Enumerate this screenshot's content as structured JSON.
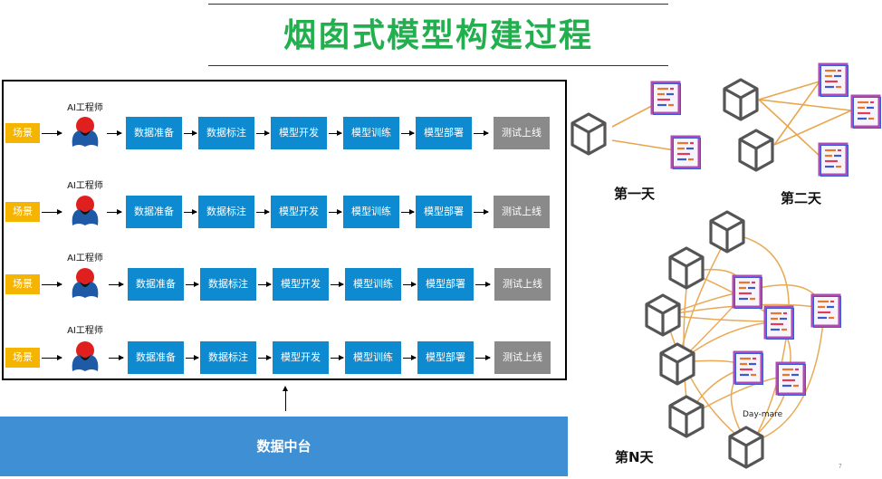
{
  "title": "烟囱式模型构建过程",
  "rows": [
    {
      "scene": "场景",
      "engineer": "AI工程师",
      "steps": [
        "数据准备",
        "数据标注",
        "模型开发",
        "模型训练",
        "模型部署",
        "测试上线"
      ]
    },
    {
      "scene": "场景",
      "engineer": "AI工程师",
      "steps": [
        "数据准备",
        "数据标注",
        "模型开发",
        "模型训练",
        "模型部署",
        "测试上线"
      ]
    },
    {
      "scene": "场景",
      "engineer": "AI工程师",
      "steps": [
        "数据准备",
        "数据标注",
        "模型开发",
        "模型训练",
        "模型部署",
        "测试上线"
      ]
    },
    {
      "scene": "场景",
      "engineer": "AI工程师",
      "steps": [
        "数据准备",
        "数据标注",
        "模型开发",
        "模型训练",
        "模型部署",
        "测试上线"
      ]
    }
  ],
  "platform": "数据中台",
  "days": {
    "day1": "第一天",
    "day2": "第二天",
    "dayN": "第N天",
    "daymare": "Day-mare"
  },
  "page_number": "7",
  "colors": {
    "title": "#22b04e",
    "scene": "#f5b400",
    "step": "#0e8bd0",
    "final_step": "#8a8a8a",
    "platform": "#3e8fd3",
    "link": "#e8a54c"
  }
}
